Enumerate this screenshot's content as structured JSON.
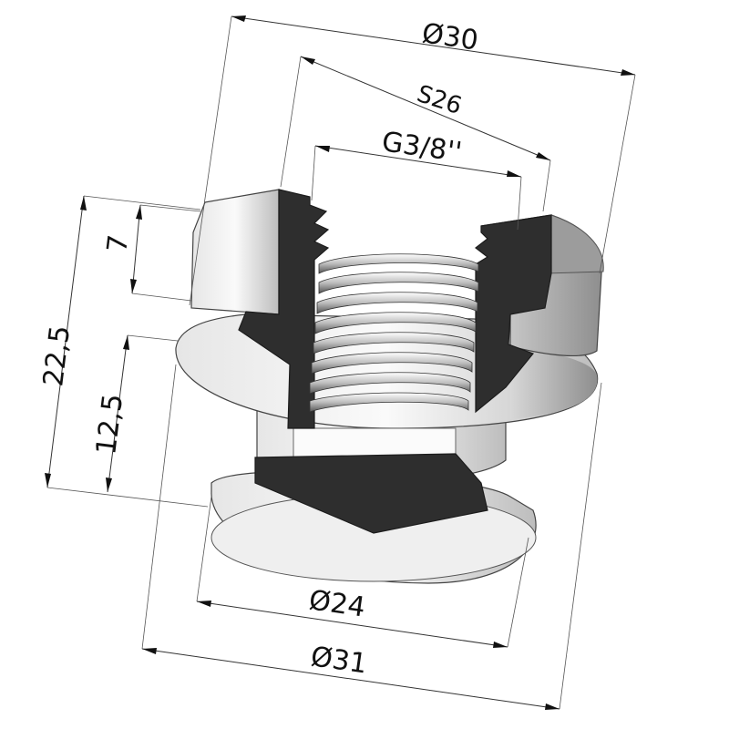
{
  "dimensions": {
    "outer_diameter_top": "Ø30",
    "hex_size": "S26",
    "thread": "G3/8''",
    "hex_height": "7",
    "total_height": "22,5",
    "lower_height": "12,5",
    "bottom_inner_diameter": "Ø24",
    "bottom_outer_diameter": "Ø31"
  },
  "colors": {
    "section_fill": "#2e2e2e",
    "body_light": "#f2f2f2",
    "body_shade": "#cfcfcf"
  }
}
